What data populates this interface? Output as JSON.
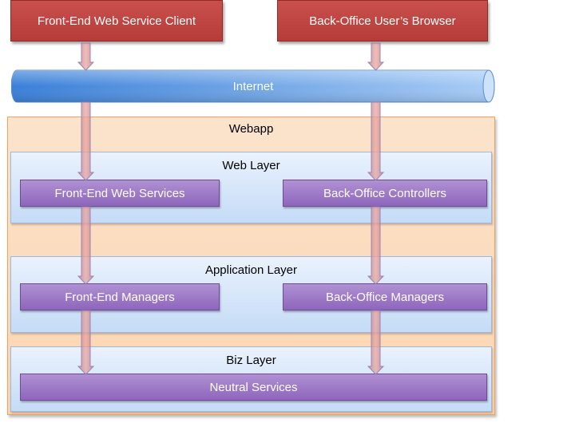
{
  "clients": {
    "front_end": "Front-End Web Service Client",
    "back_office": "Back-Office User’s Browser"
  },
  "internet": {
    "label": "Internet"
  },
  "webapp": {
    "title": "Webapp",
    "web_layer": {
      "title": "Web Layer",
      "front_end": "Front-End Web Services",
      "back_office": "Back-Office Controllers"
    },
    "application_layer": {
      "title": "Application Layer",
      "front_end": "Front-End Managers",
      "back_office": "Back-Office Managers"
    },
    "biz_layer": {
      "title": "Biz Layer",
      "shared": "Neutral Services"
    }
  },
  "colors": {
    "client_fill": "#c0504d",
    "internet_fill": "#4a8ee3",
    "webapp_fill": "#fbdcbf",
    "layer_fill": "#dae7fa",
    "component_fill": "#9b76c6",
    "arrow_fill": "#d99694"
  }
}
